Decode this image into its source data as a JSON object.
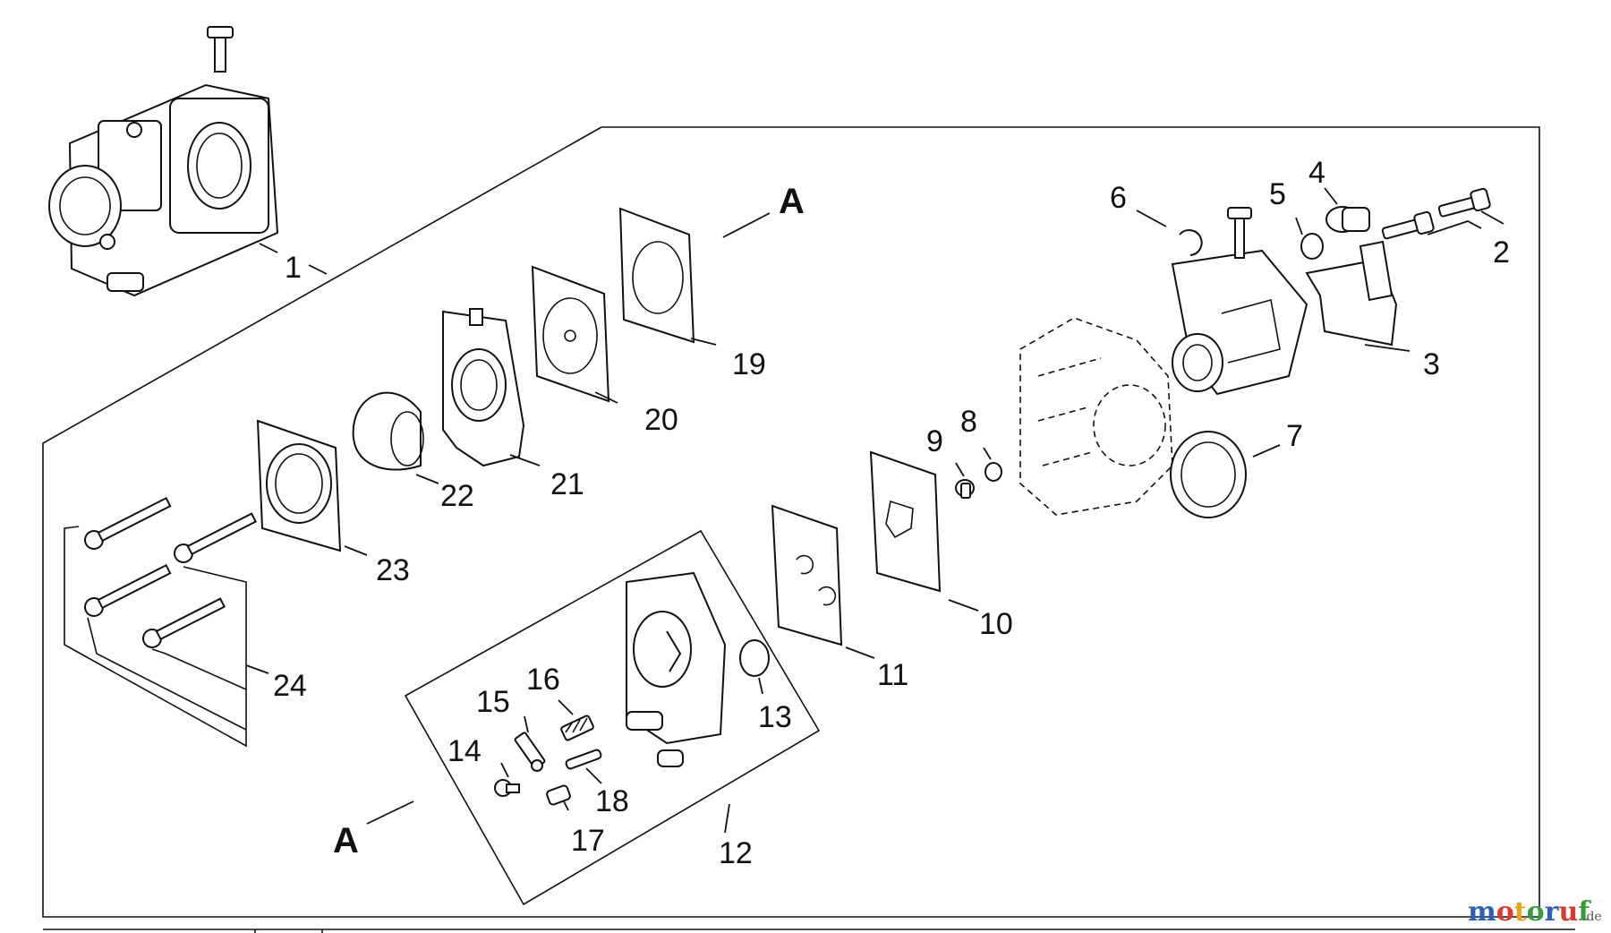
{
  "diagram": {
    "callouts": [
      "1",
      "2",
      "3",
      "4",
      "5",
      "6",
      "7",
      "8",
      "9",
      "10",
      "11",
      "12",
      "13",
      "14",
      "15",
      "16",
      "17",
      "18",
      "19",
      "20",
      "21",
      "22",
      "23",
      "24"
    ],
    "section_markers": [
      "A",
      "A"
    ]
  },
  "watermark": {
    "text": "motoruf",
    "suffix": ".de",
    "colors": [
      "#2f5fb3",
      "#d93a2b",
      "#e7a51b",
      "#3a9a3f",
      "#2f5fb3",
      "#d93a2b",
      "#3a9a3f"
    ]
  }
}
